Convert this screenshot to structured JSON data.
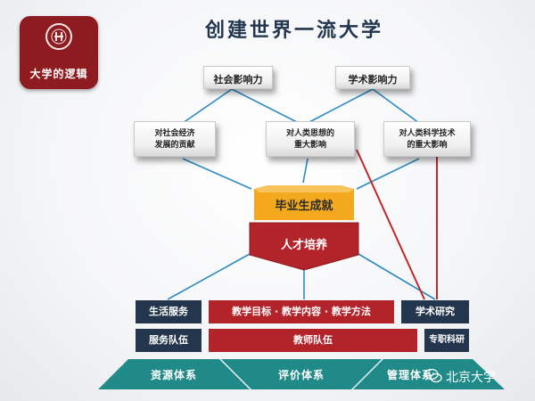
{
  "logo": {
    "text": "大学的逻辑"
  },
  "title": "创建世界一流大学",
  "impacts": {
    "social": "社会影响力",
    "academic": "学术影响力"
  },
  "contributions": {
    "society_line1": "对社会经济",
    "society_line2": "发展的贡献",
    "thought_line1": "对人类思想的",
    "thought_line2": "重大影响",
    "science_line1": "对人类科学技术",
    "science_line2": "的重大影响"
  },
  "graduate_achievement": "毕业生成就",
  "talent_cultivation": "人才培养",
  "row1": {
    "left": "生活服务",
    "center": "教学目标 · 教学内容 · 教学方法",
    "right": "学术研究"
  },
  "row2": {
    "left": "服务队伍",
    "center": "教师队伍",
    "right": "专职科研"
  },
  "foundation": {
    "left": "资源体系",
    "center": "评价体系",
    "right": "管理体系"
  },
  "watermark": {
    "text": "北京大学",
    "icon": "wechat-icon"
  },
  "colors": {
    "navy": "#24364d",
    "red": "#b3232a",
    "orange": "#f4a81e",
    "teal": "#1f8a88",
    "connector_blue": "#2e8bc0",
    "connector_red": "#c0272d",
    "logo_red": "#8e1b1f"
  }
}
